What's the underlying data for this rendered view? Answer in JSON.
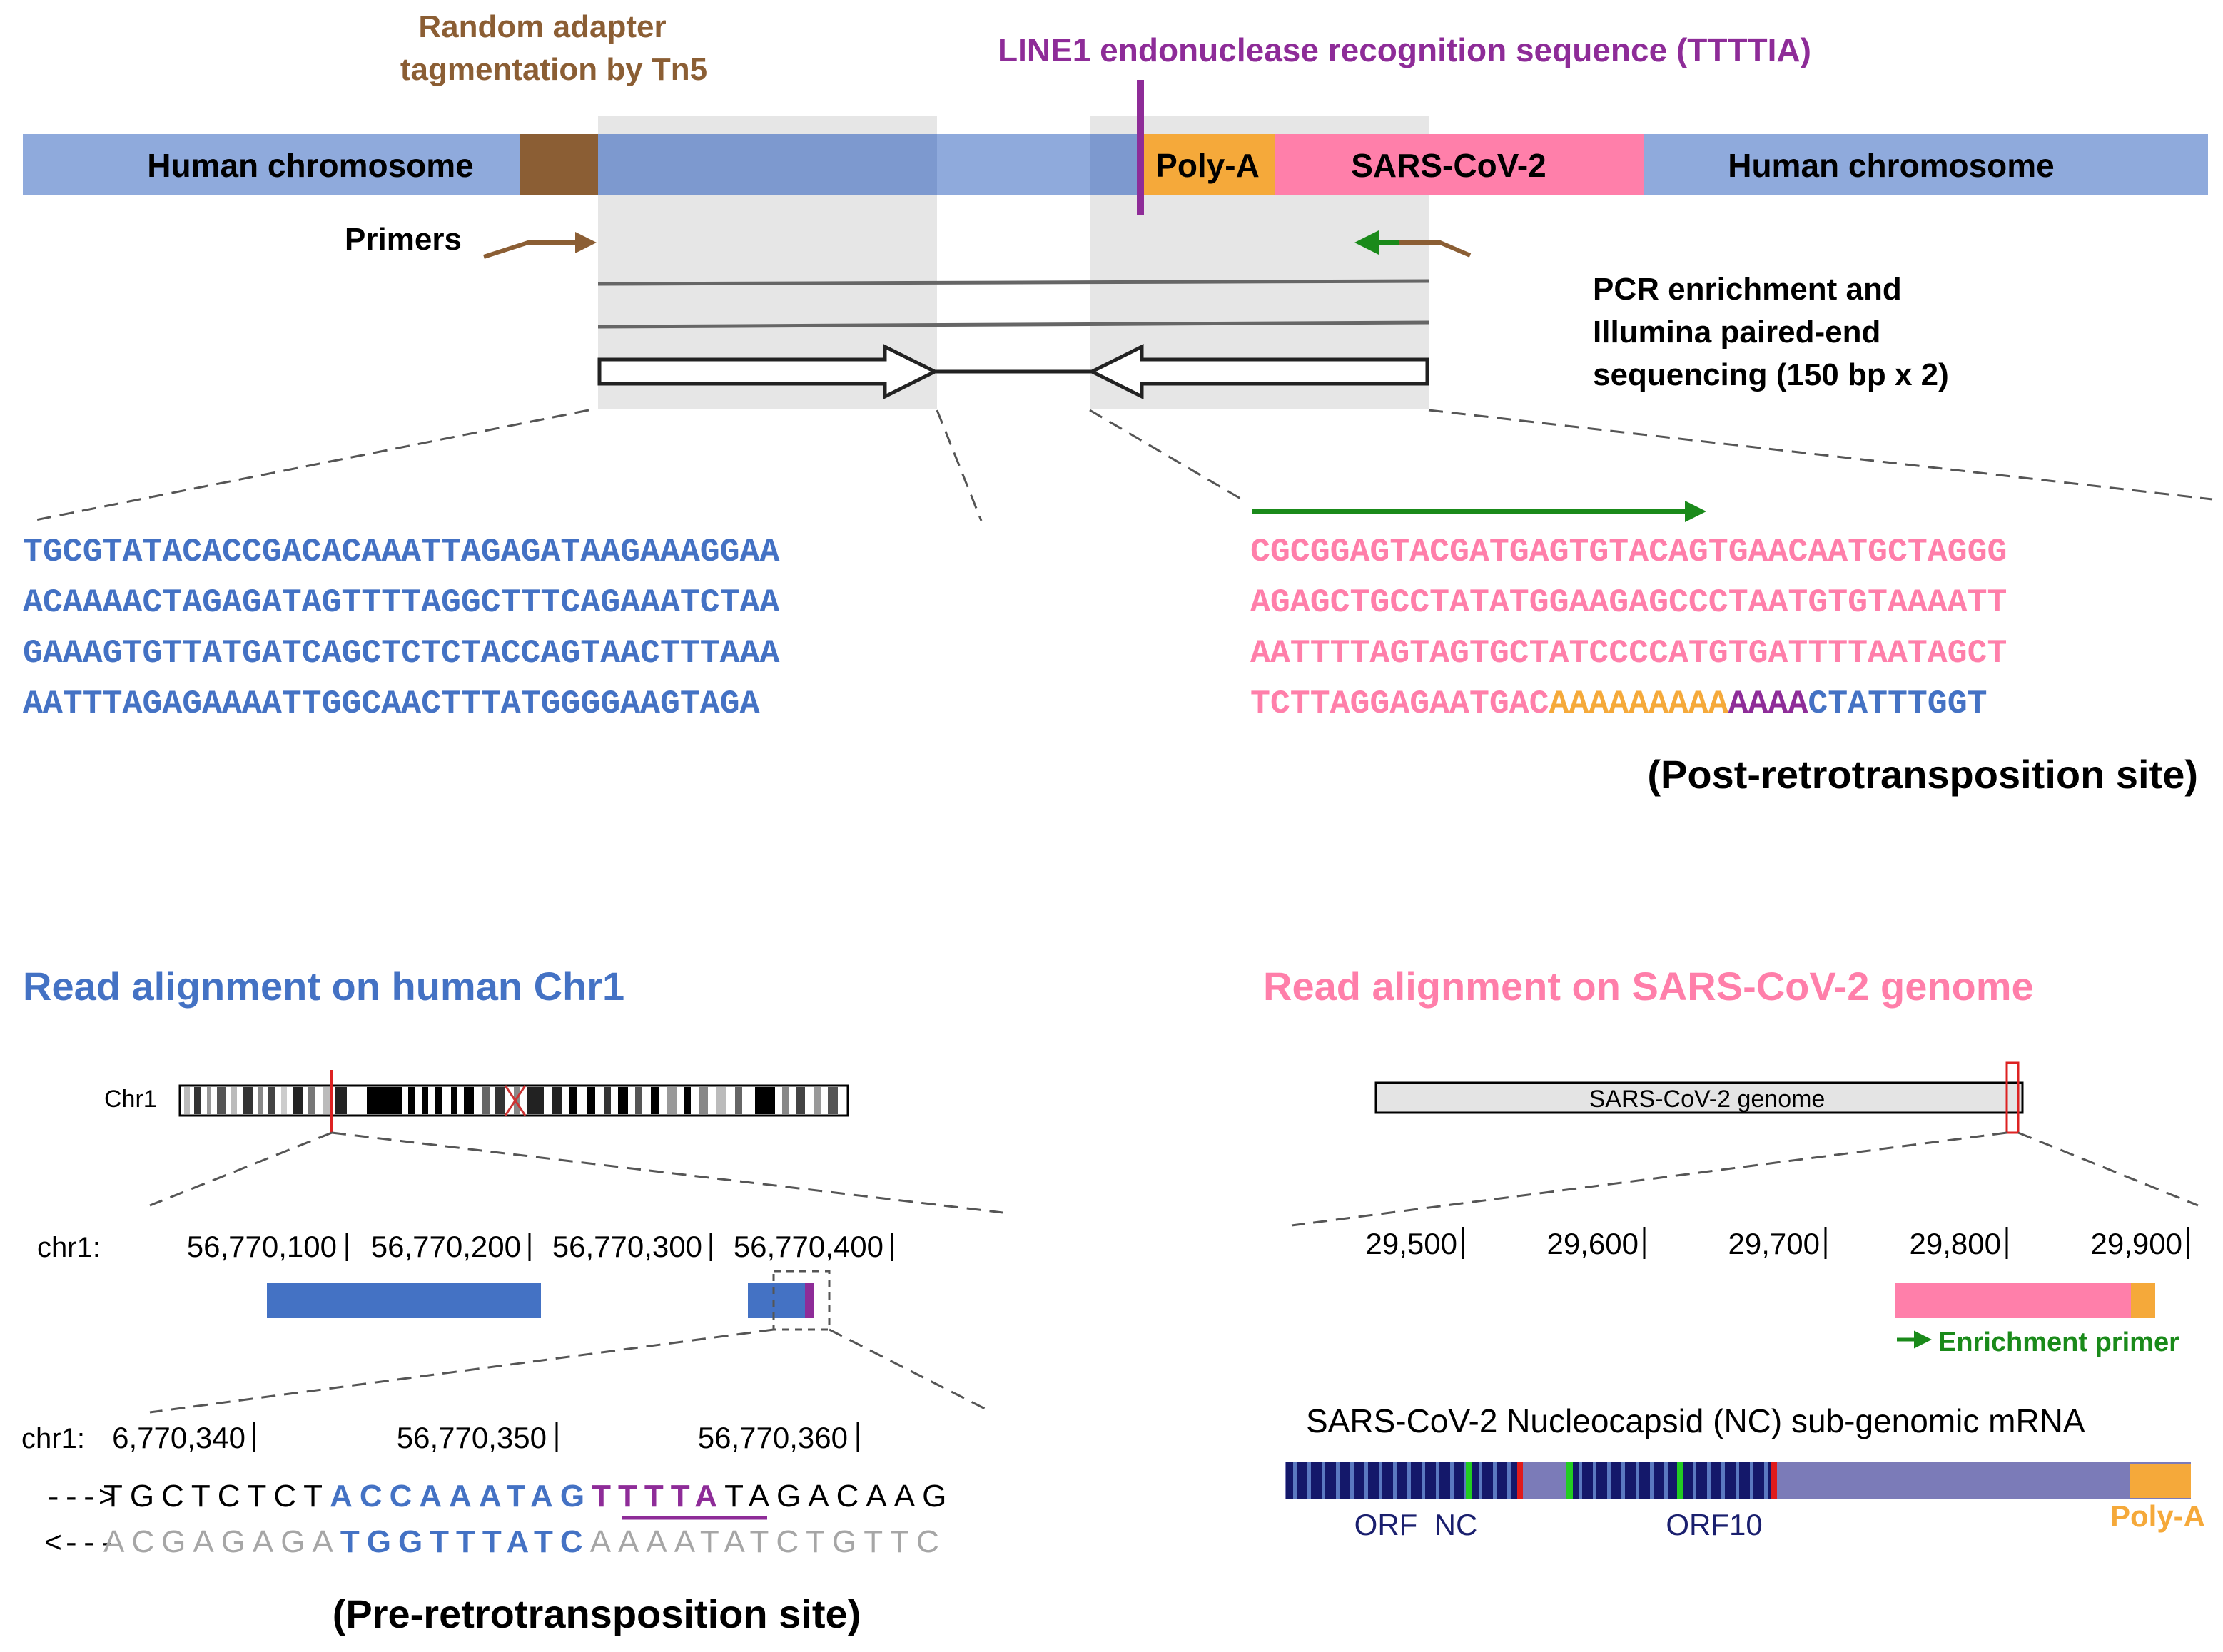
{
  "top": {
    "tn5_label": [
      "Random adapter",
      "tagmentation by Tn5"
    ],
    "line1_label": "LINE1 endonuclease recognition sequence (TTTTIA)",
    "chrom_left": "Human chromosome",
    "chrom_right": "Human chromosome",
    "polya": "Poly-A",
    "sars": "SARS-CoV-2",
    "primers": "Primers",
    "pcr_label": [
      "PCR enrichment and",
      "Illumina paired-end",
      "sequencing (150 bp x 2)"
    ],
    "left_seq": [
      "TGCGTATACACCGACACAAATTAGAGATAAGAAAGGAA",
      "ACAAAACTAGAGATAGTTTTAGGCTTTCAGAAATCTAA",
      "GAAAGTGTTATGATCAGCTCTCTACCAGTAACTTTAAA",
      "AATTTAGAGAAAATTGGCAACTTTATGGGGAAGTAGA"
    ],
    "right_seq": [
      "CGCGGAGTACGATGAGTGTACAGTGAACAATGCTAGGG",
      "AGAGCTGCCTATATGGAAGAGCCCTAATGTGTAAAATT",
      "AATTTTAGTAGTGCTATCCCCATGTGATTTTAATAGCT"
    ],
    "right_seq_last": {
      "pink": "TCTTAGGAGAATGAC",
      "orange": "AAAAAAAAA",
      "purple": "AAAA",
      "blue": "CTATTTGGT"
    },
    "post_site": "(Post-retrotransposition site)"
  },
  "chr1": {
    "title": "Read alignment on human Chr1",
    "ideogram_label": "Chr1",
    "coord_prefix": "chr1:",
    "ticks": [
      "56,770,100",
      "56,770,200",
      "56,770,300",
      "56,770,400"
    ],
    "zoom_prefix": "chr1:",
    "zoom_ticks": [
      "6,770,340",
      "56,770,350",
      "56,770,360"
    ],
    "fwd_arrow": "--->",
    "fwd_seq": {
      "black1": "TGCTCTCT",
      "blue": "ACCAAATAG",
      "purple": "TTTTA",
      "black2": "TAGACAAG"
    },
    "rev_arrow": "<---",
    "rev_seq": {
      "gray1": "ACGAGAGA",
      "blue": "TGGTTTATC",
      "gray2": "AAAATATCTGTTC"
    },
    "pre_site": "(Pre-retrotransposition site)"
  },
  "sars": {
    "title": "Read alignment on SARS-CoV-2 genome",
    "genome_label": "SARS-CoV-2 genome",
    "ticks": [
      "29,500",
      "29,600",
      "29,700",
      "29,800",
      "29,900"
    ],
    "primer_label": "Enrichment primer",
    "mrna_title": "SARS-CoV-2 Nucleocapsid (NC) sub-genomic mRNA",
    "orf_nc": "ORF  NC",
    "orf10": "ORF10",
    "polya": "Poly-A"
  },
  "colors": {
    "human_blue": "#8FAADC",
    "seq_blue": "#4472C4",
    "pink": "#FF7FAA",
    "polya_orange": "#F5A93A",
    "tn5_brown": "#8B5E34",
    "line1_purple": "#8E2C98",
    "green": "#1A8A1A",
    "navy": "#1A1F6E",
    "mrna_purple": "#7B7BB8"
  }
}
